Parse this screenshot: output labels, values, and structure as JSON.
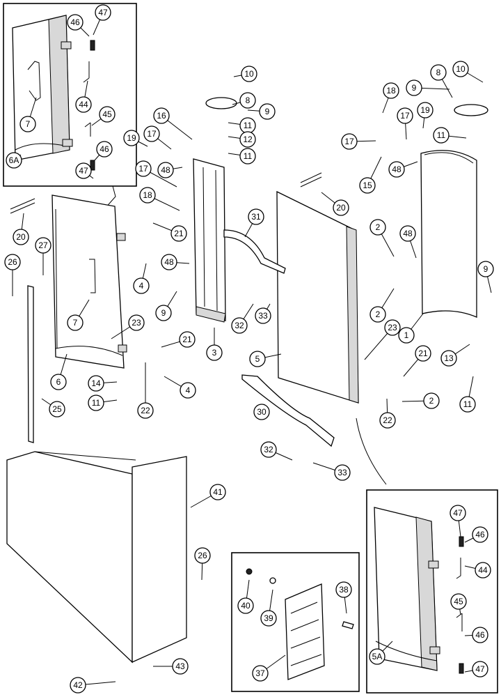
{
  "diagram_title": "",
  "insets": [
    {
      "id": "6A",
      "label": "6A"
    },
    {
      "id": "5A",
      "label": "5A"
    },
    {
      "id": "37",
      "label": "37"
    }
  ],
  "callouts": [
    {
      "label": "46"
    },
    {
      "label": "47"
    },
    {
      "label": "7"
    },
    {
      "label": "44"
    },
    {
      "label": "45"
    },
    {
      "label": "46"
    },
    {
      "label": "47"
    },
    {
      "label": "6A"
    },
    {
      "label": "10"
    },
    {
      "label": "8"
    },
    {
      "label": "9"
    },
    {
      "label": "11"
    },
    {
      "label": "12"
    },
    {
      "label": "11"
    },
    {
      "label": "16"
    },
    {
      "label": "19"
    },
    {
      "label": "17"
    },
    {
      "label": "48"
    },
    {
      "label": "17"
    },
    {
      "label": "18"
    },
    {
      "label": "20"
    },
    {
      "label": "27"
    },
    {
      "label": "26"
    },
    {
      "label": "21"
    },
    {
      "label": "4"
    },
    {
      "label": "48"
    },
    {
      "label": "7"
    },
    {
      "label": "9"
    },
    {
      "label": "23"
    },
    {
      "label": "21"
    },
    {
      "label": "3"
    },
    {
      "label": "31"
    },
    {
      "label": "32"
    },
    {
      "label": "33"
    },
    {
      "label": "6"
    },
    {
      "label": "14"
    },
    {
      "label": "11"
    },
    {
      "label": "25"
    },
    {
      "label": "22"
    },
    {
      "label": "4"
    },
    {
      "label": "5"
    },
    {
      "label": "18"
    },
    {
      "label": "17"
    },
    {
      "label": "19"
    },
    {
      "label": "8"
    },
    {
      "label": "10"
    },
    {
      "label": "9"
    },
    {
      "label": "17"
    },
    {
      "label": "11"
    },
    {
      "label": "48"
    },
    {
      "label": "15"
    },
    {
      "label": "20"
    },
    {
      "label": "2"
    },
    {
      "label": "48"
    },
    {
      "label": "2"
    },
    {
      "label": "9"
    },
    {
      "label": "23"
    },
    {
      "label": "1"
    },
    {
      "label": "21"
    },
    {
      "label": "13"
    },
    {
      "label": "2"
    },
    {
      "label": "22"
    },
    {
      "label": "11"
    },
    {
      "label": "30"
    },
    {
      "label": "32"
    },
    {
      "label": "33"
    },
    {
      "label": "41"
    },
    {
      "label": "26"
    },
    {
      "label": "40"
    },
    {
      "label": "39"
    },
    {
      "label": "38"
    },
    {
      "label": "37"
    },
    {
      "label": "43"
    },
    {
      "label": "42"
    },
    {
      "label": "47"
    },
    {
      "label": "46"
    },
    {
      "label": "44"
    },
    {
      "label": "45"
    },
    {
      "label": "46"
    },
    {
      "label": "47"
    },
    {
      "label": "5A"
    }
  ]
}
